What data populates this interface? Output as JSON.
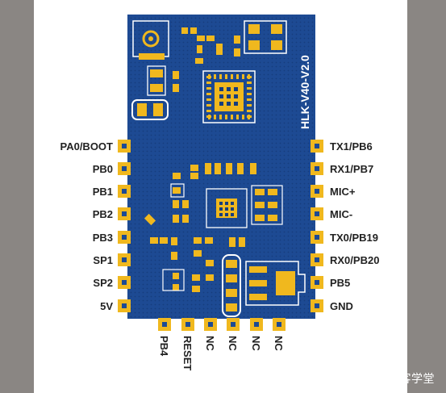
{
  "module": {
    "silk_text": "HLK-V40-V2.0"
  },
  "pins": {
    "left": [
      "PA0/BOOT",
      "PB0",
      "PB1",
      "PB2",
      "PB3",
      "SP1",
      "SP2",
      "5V"
    ],
    "right": [
      "TX1/PB6",
      "RX1/PB7",
      "MIC+",
      "MIC-",
      "TX0/PB19",
      "RX0/PB20",
      "PB5",
      "GND"
    ],
    "bottom": [
      "PB4",
      "RESET",
      "NC",
      "NC",
      "NC",
      "NC"
    ]
  },
  "watermark": "CSDN @远望创客学堂",
  "colors": {
    "pcb": "#1d4a93",
    "pad": "#f0b81e",
    "silk": "#ffffff",
    "label": "#222222"
  }
}
